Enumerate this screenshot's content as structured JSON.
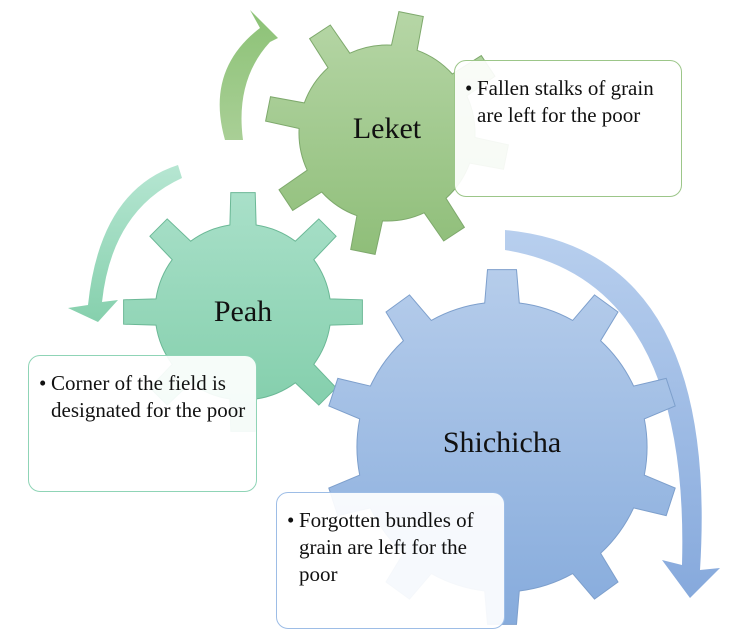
{
  "gears": [
    {
      "name": "Leket",
      "color": "#9cc689",
      "stroke": "#7ea96c"
    },
    {
      "name": "Peah",
      "color": "#8fd4b6",
      "stroke": "#6bb896"
    },
    {
      "name": "Shichicha",
      "color": "#9dbde6",
      "stroke": "#7d9fcc"
    }
  ],
  "notes": {
    "leket": "Fallen stalks of grain are left for the poor",
    "peah": "Corner of the field is designated for the poor",
    "shichicha": "Forgotten bundles of grain are left for the poor"
  },
  "bullet": "•"
}
